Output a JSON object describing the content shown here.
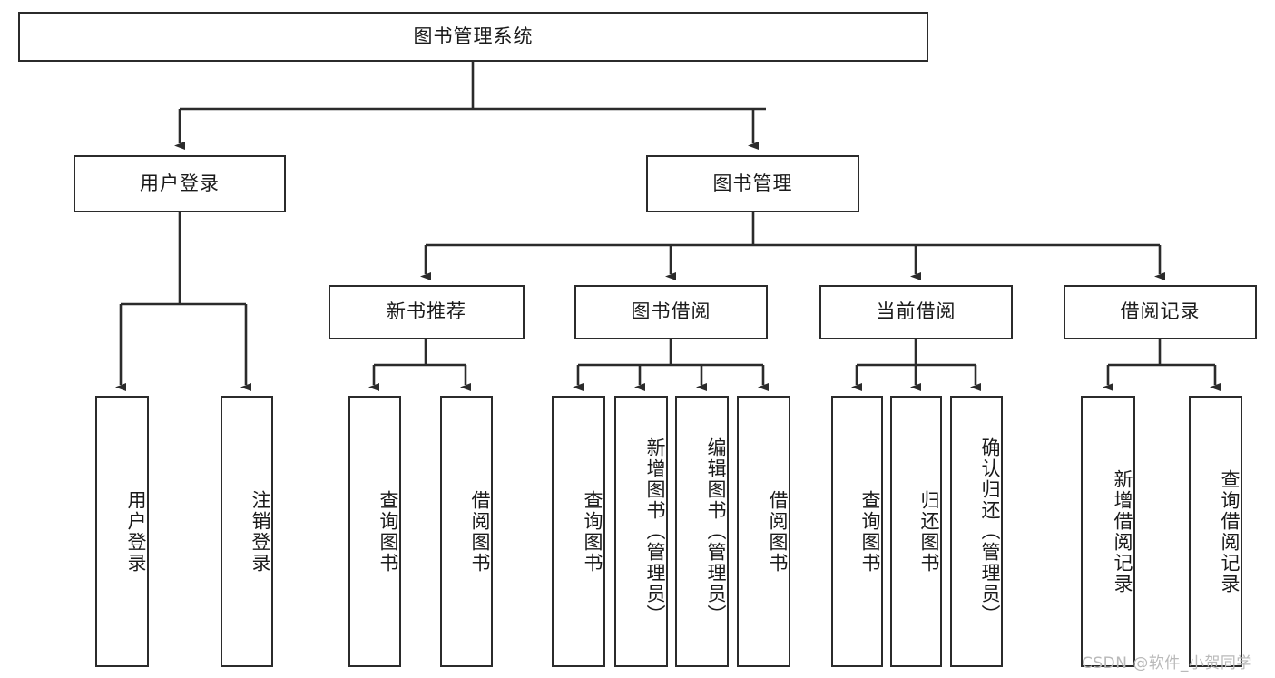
{
  "diagram": {
    "type": "tree",
    "title": "图书管理系统",
    "orientation": "top-down",
    "colors": {
      "box_border": "#2b2b2b",
      "box_fill": "#ffffff",
      "connector": "#2b2b2b",
      "text": "#1a1a1a",
      "watermark": "#b9b9b9"
    },
    "root": {
      "label": "图书管理系统"
    },
    "level2": [
      {
        "id": "user-login",
        "label": "用户登录"
      },
      {
        "id": "book-management",
        "label": "图书管理"
      }
    ],
    "level3": [
      {
        "id": "new-book-recommend",
        "label": "新书推荐"
      },
      {
        "id": "book-borrow",
        "label": "图书借阅"
      },
      {
        "id": "current-borrow",
        "label": "当前借阅"
      },
      {
        "id": "borrow-record",
        "label": "借阅记录"
      }
    ],
    "leaves": {
      "user_login": [
        {
          "id": "leaf-user-login",
          "label": "用户登录"
        },
        {
          "id": "leaf-logout-login",
          "label": "注销登录"
        }
      ],
      "new_book_recommend": [
        {
          "id": "leaf-query-book-1",
          "label": "查询图书"
        },
        {
          "id": "leaf-borrow-book-1",
          "label": "借阅图书"
        }
      ],
      "book_borrow": [
        {
          "id": "leaf-query-book-2",
          "label": "查询图书"
        },
        {
          "id": "leaf-add-book",
          "label": "新增图书（管理员）"
        },
        {
          "id": "leaf-edit-book",
          "label": "编辑图书（管理员）"
        },
        {
          "id": "leaf-borrow-book-2",
          "label": "借阅图书"
        }
      ],
      "current_borrow": [
        {
          "id": "leaf-query-book-3",
          "label": "查询图书"
        },
        {
          "id": "leaf-return-book",
          "label": "归还图书"
        },
        {
          "id": "leaf-confirm-return",
          "label": "确认归还（管理员）"
        }
      ],
      "borrow_record": [
        {
          "id": "leaf-add-record",
          "label": "新增借阅记录"
        },
        {
          "id": "leaf-query-record",
          "label": "查询借阅记录"
        }
      ]
    }
  },
  "watermark": {
    "text": "CSDN @软件_小贺同学"
  }
}
